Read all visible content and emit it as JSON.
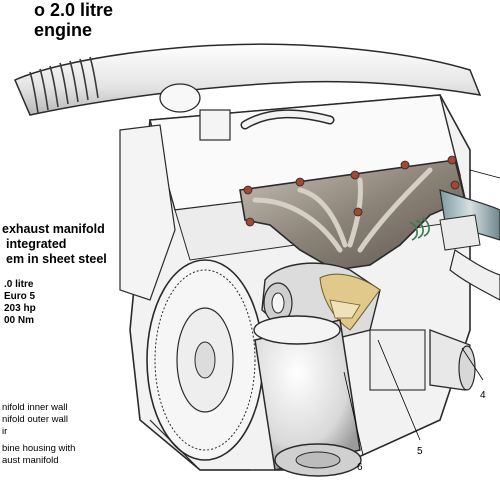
{
  "title": [
    "o 2.0 litre",
    "engine"
  ],
  "heading": [
    "exhaust manifold",
    "integrated",
    "em in sheet steel"
  ],
  "specs": [
    ".0 litre",
    "Euro 5",
    "203 hp",
    "00 Nm"
  ],
  "legend": [
    "nifold inner wall",
    "nifold outer wall",
    "ir",
    "bine housing with",
    "aust manifold"
  ],
  "callouts": [
    "4",
    "5",
    "6"
  ],
  "colors": {
    "text": "#000000",
    "outline": "#2a2a2a",
    "metal": "#8c8378",
    "turbo_accent": "#e0c98a",
    "body_fill": "#f2f2f2"
  }
}
